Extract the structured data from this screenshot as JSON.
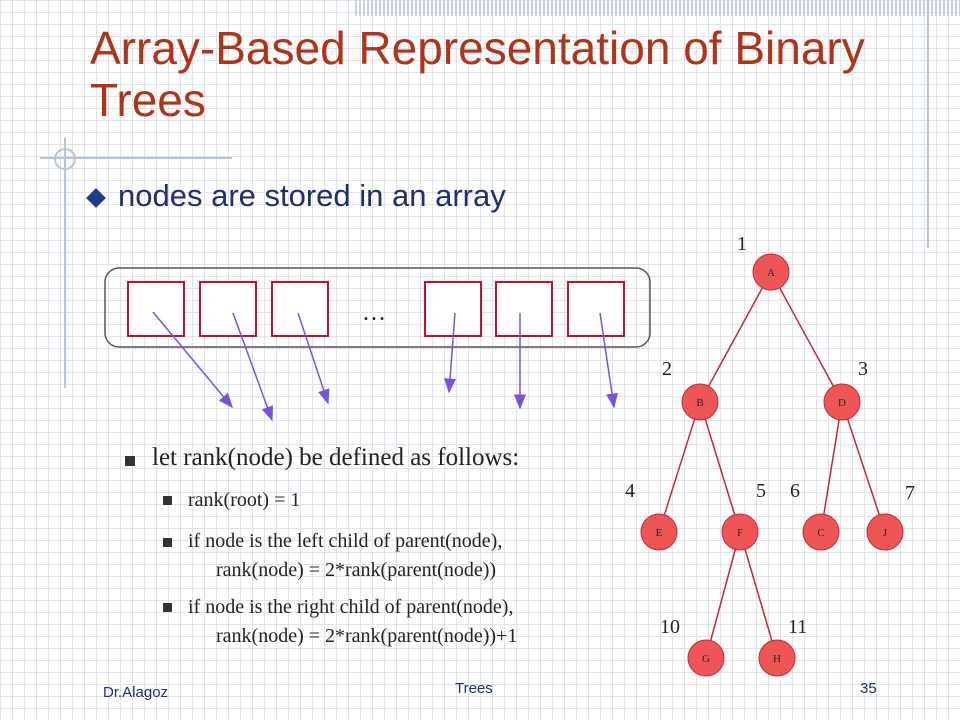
{
  "slide": {
    "title": "Array-Based Representation of Binary Trees",
    "subtitle": "nodes are stored in an array",
    "array_ellipsis": "…",
    "rank_intro": "let rank(node) be defined as follows:",
    "rules": [
      {
        "line1": "rank(root) = 1"
      },
      {
        "line1": "if node is the left child of parent(node),",
        "line2": "rank(node) = 2*rank(parent(node))"
      },
      {
        "line1": "if node is the right child of parent(node),",
        "line2": "rank(node) = 2*rank(parent(node))+1"
      }
    ],
    "footer": {
      "author": "Dr.Alagoz",
      "topic": "Trees",
      "page": "35"
    }
  },
  "tree": {
    "nodes": [
      {
        "id": "A",
        "rank": "1"
      },
      {
        "id": "B",
        "rank": "2"
      },
      {
        "id": "D",
        "rank": "3"
      },
      {
        "id": "E",
        "rank": "4"
      },
      {
        "id": "F",
        "rank": "5"
      },
      {
        "id": "C",
        "rank": "6"
      },
      {
        "id": "J",
        "rank": "7"
      },
      {
        "id": "G",
        "rank": "10"
      },
      {
        "id": "H",
        "rank": "11"
      }
    ],
    "edges": [
      [
        "A",
        "B"
      ],
      [
        "A",
        "D"
      ],
      [
        "B",
        "E"
      ],
      [
        "B",
        "F"
      ],
      [
        "D",
        "C"
      ],
      [
        "D",
        "J"
      ],
      [
        "F",
        "G"
      ],
      [
        "F",
        "H"
      ]
    ]
  },
  "colors": {
    "title": "#b0341a",
    "node_fill": "#f05555",
    "arrow": "#7b52e0",
    "cell_border": "#c8102e"
  }
}
